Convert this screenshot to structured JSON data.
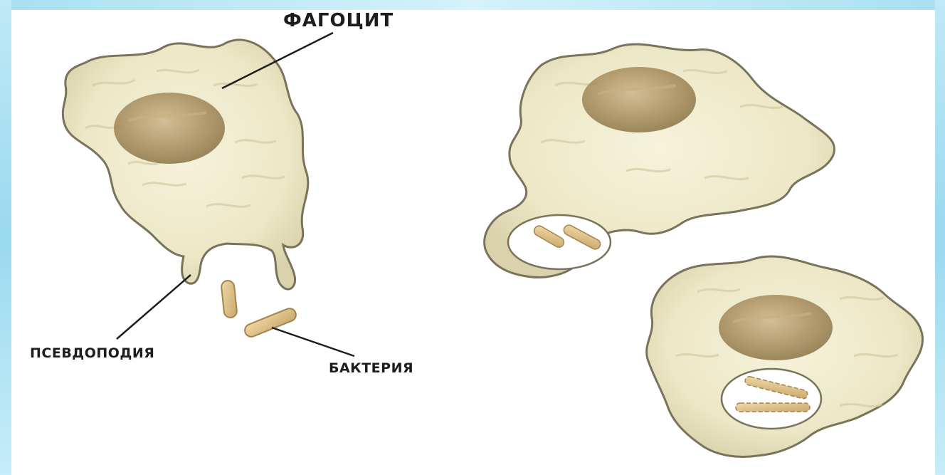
{
  "header": {
    "cropped_title_fragment": "",
    "frame_color": "#9ad9ef"
  },
  "labels": {
    "phagocyte": "ФАГОЦИТ",
    "pseudopod": "ПСЕВДОПОДИЯ",
    "bacterium": "БАКТЕРИЯ"
  },
  "colors": {
    "cell_body": "#ece8c9",
    "cell_outline": "#7a725a",
    "nucleus": "#a88e5e",
    "bacterium": "#dcc08a",
    "vacuole": "#ffffff"
  },
  "icons": {
    "cell_1": "phagocyte-approaching-icon",
    "cell_2": "phagocyte-engulfing-icon",
    "cell_3": "phagocyte-digesting-icon"
  }
}
